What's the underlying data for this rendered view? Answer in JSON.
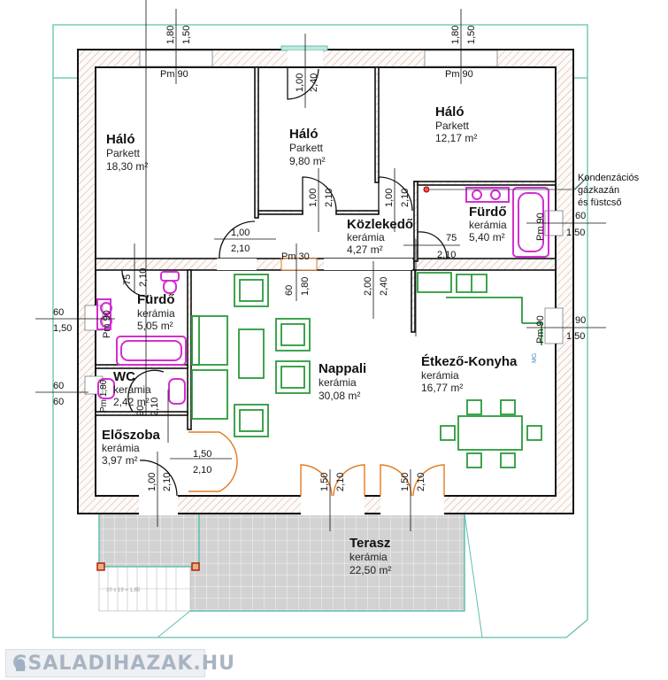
{
  "rooms": [
    {
      "name": "Háló",
      "floor": "Parkett",
      "area": "18,30 m²"
    },
    {
      "name": "Háló",
      "floor": "Parkett",
      "area": "9,80 m²"
    },
    {
      "name": "Háló",
      "floor": "Parkett",
      "area": "12,17 m²"
    },
    {
      "name": "Közlekedő",
      "floor": "kerámia",
      "area": "4,27 m²"
    },
    {
      "name": "Fürdő",
      "floor": "kerámia",
      "area": "5,40 m²"
    },
    {
      "name": "Fürdő",
      "floor": "kerámia",
      "area": "5,05 m²"
    },
    {
      "name": "WC",
      "floor": "kerámia",
      "area": "2,42 m²"
    },
    {
      "name": "Előszoba",
      "floor": "kerámia",
      "area": "3,97 m²"
    },
    {
      "name": "Nappali",
      "floor": "kerámia",
      "area": "30,08 m²"
    },
    {
      "name": "Étkező-Konyha",
      "floor": "kerámia",
      "area": "16,77 m²"
    },
    {
      "name": "Terasz",
      "floor": "kerámia",
      "area": "22,50 m²"
    }
  ],
  "note": {
    "line1": "Kondenzációs",
    "line2": "gázkazán",
    "line3": "és füstcső"
  },
  "dims": [
    "1,80",
    "1,50",
    "Pm 90",
    "1,80",
    "1,50",
    "Pm 90",
    "1,00",
    "2,40",
    "1,00",
    "2,10",
    "1,00",
    "2,10",
    "1,00",
    "2,10",
    "Pm 30",
    "60",
    "1,80",
    "2,00",
    "2,40",
    "75",
    "2,10",
    "75",
    "2,10",
    "Pm 90",
    "60",
    "1,50",
    "Pm 90",
    "60",
    "1,50",
    "Pm 90",
    "90",
    "1,50",
    "Pm 1,80",
    "60",
    "60",
    "90",
    "2,10",
    "1,00",
    "2,10",
    "1,50",
    "2,10",
    "1,50",
    "2,10",
    "1,50",
    "2,10",
    "MG"
  ],
  "stairs": "10 x 19 = 1,85",
  "logo": "CSALADIHAZAK.HU",
  "colors": {
    "wall": "#111111",
    "hatch": "#c9a9a0",
    "outline": "#5fbfae",
    "sanitary": "#d22fd2",
    "furniture": "#2a9a3a",
    "door": "#e07a20",
    "terrace": "#cfcfcf"
  }
}
